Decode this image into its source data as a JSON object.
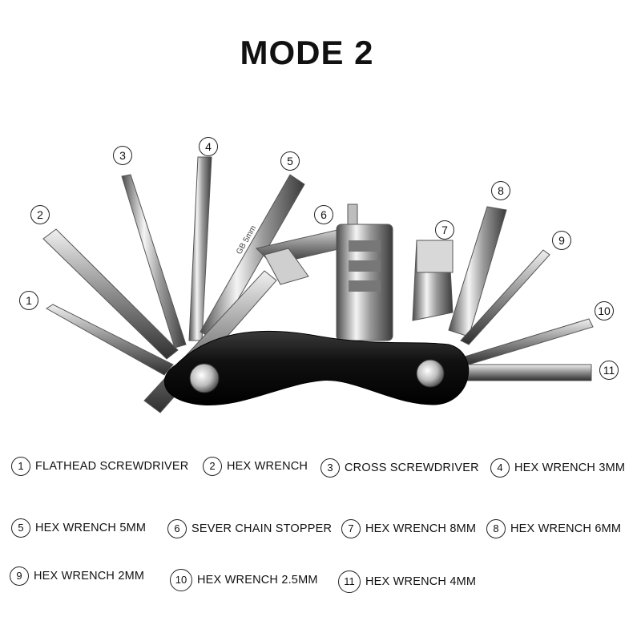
{
  "title": "MODE 2",
  "engraving": "GB 5mm",
  "callouts": [
    "1",
    "2",
    "3",
    "4",
    "5",
    "6",
    "7",
    "8",
    "9",
    "10",
    "11"
  ],
  "legend": [
    {
      "num": "1",
      "label": "FLATHEAD SCREWDRIVER"
    },
    {
      "num": "2",
      "label": "HEX WRENCH"
    },
    {
      "num": "3",
      "label": "CROSS SCREWDRIVER"
    },
    {
      "num": "4",
      "label": "HEX WRENCH 3MM"
    },
    {
      "num": "5",
      "label": "HEX WRENCH 5MM"
    },
    {
      "num": "6",
      "label": "SEVER CHAIN STOPPER"
    },
    {
      "num": "7",
      "label": "HEX WRENCH 8MM"
    },
    {
      "num": "8",
      "label": "HEX WRENCH 6MM"
    },
    {
      "num": "9",
      "label": "HEX WRENCH 2MM"
    },
    {
      "num": "10",
      "label": "HEX WRENCH 2.5MM"
    },
    {
      "num": "11",
      "label": "HEX WRENCH 4MM"
    }
  ]
}
